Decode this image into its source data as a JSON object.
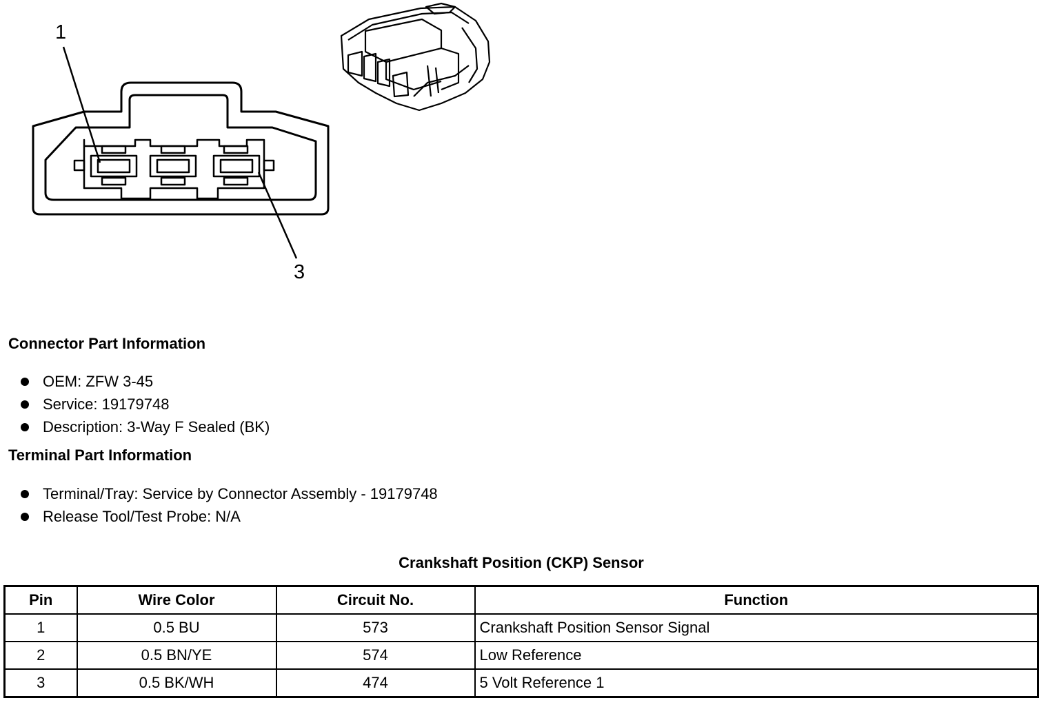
{
  "diagram": {
    "callouts": [
      "1",
      "3"
    ]
  },
  "connector_info": {
    "heading": "Connector Part Information",
    "items": [
      "OEM: ZFW 3-45",
      "Service: 19179748",
      "Description: 3-Way F Sealed (BK)"
    ]
  },
  "terminal_info": {
    "heading": "Terminal Part Information",
    "items": [
      "Terminal/Tray: Service by Connector Assembly - 19179748",
      "Release Tool/Test Probe: N/A"
    ]
  },
  "table": {
    "title": "Crankshaft Position (CKP) Sensor",
    "headers": [
      "Pin",
      "Wire Color",
      "Circuit No.",
      "Function"
    ],
    "rows": [
      [
        "1",
        "0.5 BU",
        "573",
        "Crankshaft Position Sensor Signal"
      ],
      [
        "2",
        "0.5 BN/YE",
        "574",
        "Low Reference"
      ],
      [
        "3",
        "0.5 BK/WH",
        "474",
        "5 Volt Reference 1"
      ]
    ]
  }
}
